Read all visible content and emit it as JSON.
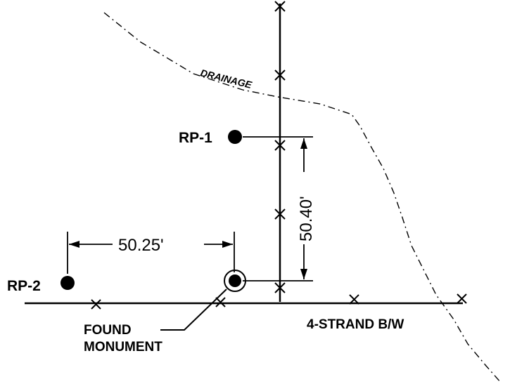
{
  "labels": {
    "drainage": "DRAINAGE",
    "rp1": "RP-1",
    "rp2": "RP-2",
    "found_line1": "FOUND",
    "found_line2": "MONUMENT",
    "fence": "4-STRAND B/W"
  },
  "dimensions": {
    "vertical": "50.40'",
    "horizontal": "50.25'"
  },
  "colors": {
    "ink": "#000000",
    "background": "#ffffff"
  }
}
